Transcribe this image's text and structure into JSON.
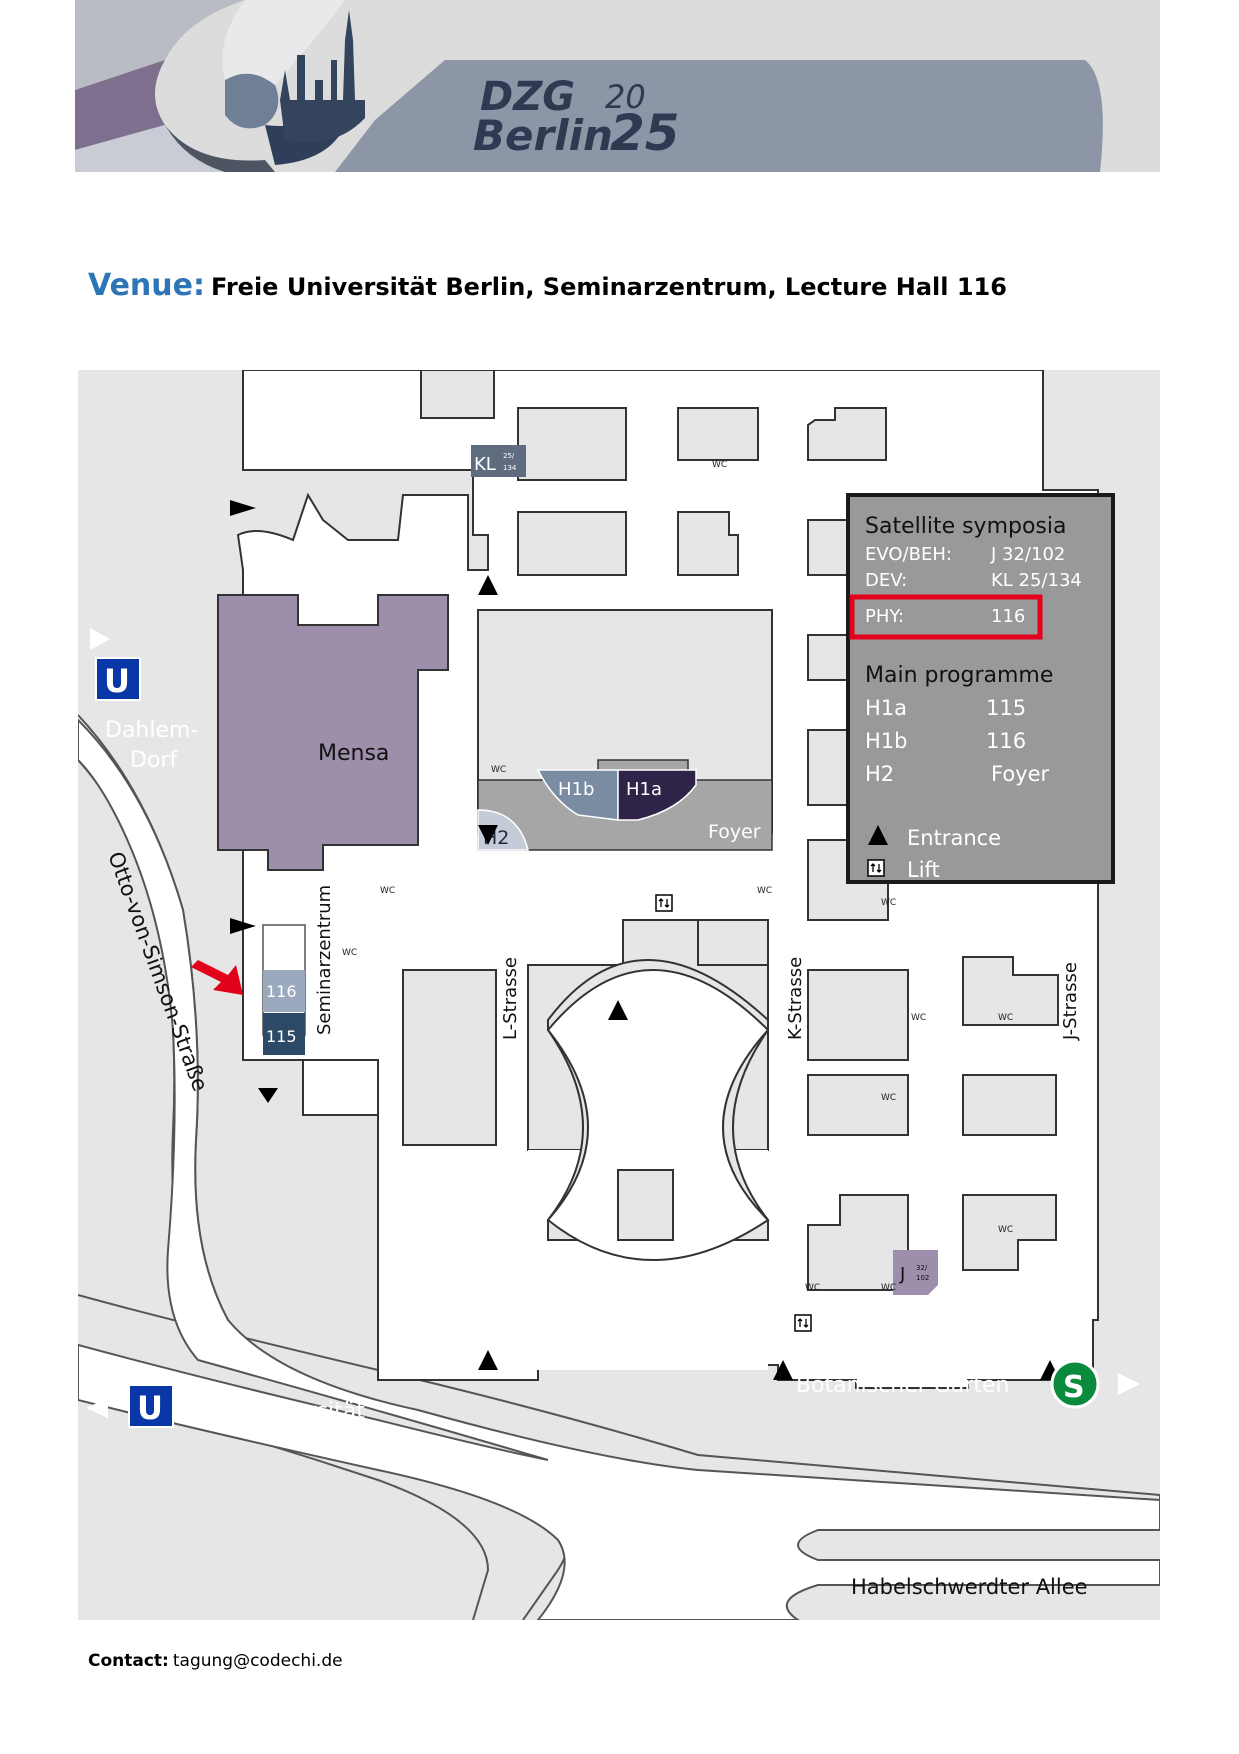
{
  "header": {
    "logo_line1": "DZG",
    "logo_line2": "Berlin",
    "logo_year_top": "20",
    "logo_year_bottom": "25"
  },
  "venue": {
    "label": "Venue:",
    "text": "Freie Universität Berlin, Seminarzentrum, Lecture Hall 116"
  },
  "map": {
    "legend": {
      "satellite_title": "Satellite symposia",
      "satellite_rows": [
        {
          "name": "EVO/BEH:",
          "room": "J 32/102"
        },
        {
          "name": "DEV:",
          "room": "KL 25/134"
        },
        {
          "name": "PHY:",
          "room": "116"
        }
      ],
      "main_title": "Main programme",
      "main_rows": [
        {
          "name": "H1a",
          "room": "115"
        },
        {
          "name": "H1b",
          "room": "116"
        },
        {
          "name": "H2",
          "room": "Foyer"
        }
      ],
      "entrance_label": "Entrance",
      "lift_label": "Lift"
    },
    "buildings": {
      "mensa": "Mensa",
      "seminarzentrum": "Seminarzentrum",
      "room_116": "116",
      "room_115": "115",
      "kl_main": "KL",
      "kl_sub1": "25/",
      "kl_sub2": "134",
      "j_main": "J",
      "j_sub1": "32/",
      "j_sub2": "102",
      "h1a": "H1a",
      "h1b": "H1b",
      "h2": "H2",
      "foyer": "Foyer",
      "wc": "WC"
    },
    "streets": {
      "l_strasse": "L-Strasse",
      "k_strasse": "K-Strasse",
      "j_strasse": "J-Strasse",
      "otto": "Otto-von-Simson-Straße",
      "habel": "Habelschwerdter Allee"
    },
    "transit": {
      "u_badge": "U",
      "s_badge": "S",
      "dahlem_line1": "Dahlem-",
      "dahlem_line2": "Dorf",
      "freie_universitaet": "Freie Universität",
      "botanischer_garten": "Botanischer Garten"
    },
    "colors": {
      "background": "#e6e6e6",
      "mensa": "#9d8eab",
      "h1a": "#2f2447",
      "h1b": "#7a8ca2",
      "h2": "#c4ccd8",
      "room_115": "#2c4a68",
      "room_116": "#9aa9bd",
      "legend_bg": "#999999",
      "highlight": "#e2001a",
      "u_blue": "#0a37a8",
      "s_green": "#0a8a3c"
    }
  },
  "contact": {
    "label": "Contact:",
    "email": "tagung@codechi.de"
  }
}
